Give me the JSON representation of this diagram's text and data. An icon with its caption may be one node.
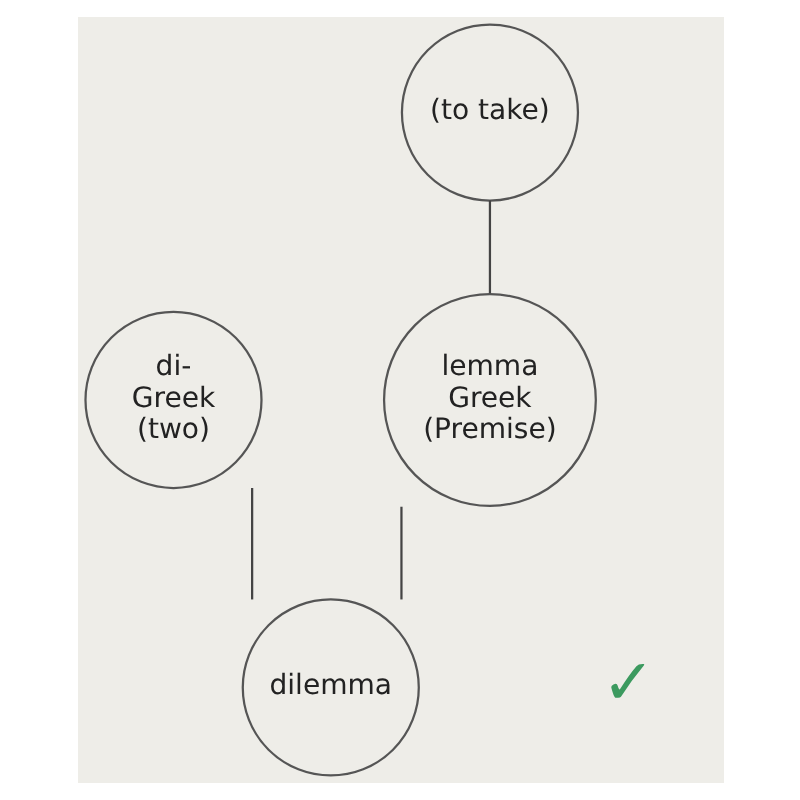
{
  "diagram": {
    "nodes": [
      {
        "text": [
          "(to take)"
        ]
      },
      {
        "text": [
          "di- Greek (two)"
        ]
      },
      {
        "text": [
          "lemma Greek (Premise)"
        ]
      },
      {
        "text": [
          "dilemma"
        ]
      }
    ],
    "edges": [
      {
        "from": 0,
        "to": 2,
        "arrow": "none"
      },
      {
        "from": 1,
        "to": 3,
        "arrow": "none"
      },
      {
        "from": 2,
        "to": 3,
        "arrow": "none"
      }
    ],
    "labels": [
      "✓"
    ]
  }
}
